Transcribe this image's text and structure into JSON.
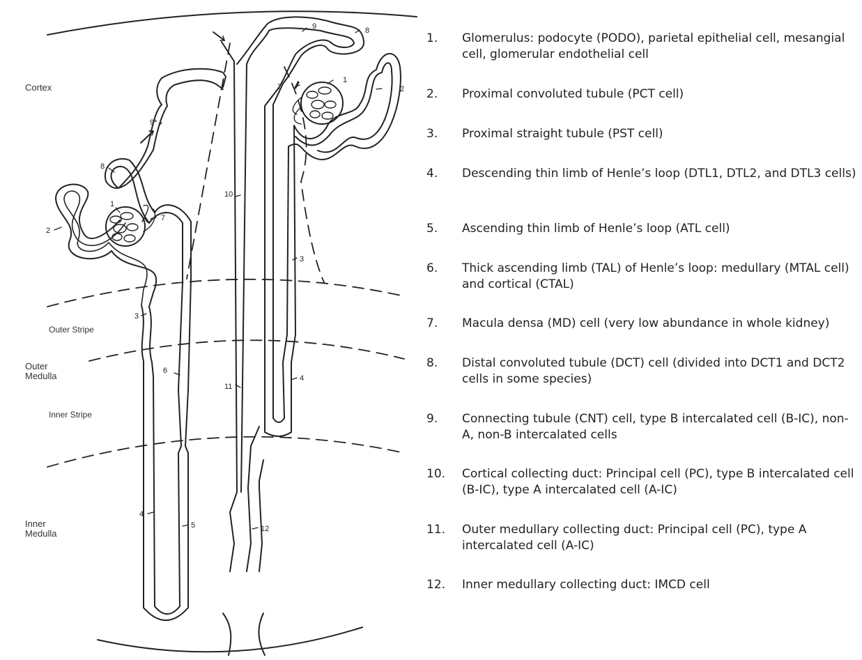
{
  "zones": {
    "cortex": "Cortex",
    "outer_stripe": "Outer Stripe",
    "outer_medulla": "Outer\nMedulla",
    "inner_stripe": "Inner Stripe",
    "inner_medulla": "Inner\nMedulla"
  },
  "labels": {
    "l1a": "1",
    "l1b": "1",
    "l2a": "2",
    "l2b": "2",
    "l3a": "3",
    "l3b": "3",
    "l4a": "4",
    "l4b": "4",
    "l5": "5",
    "l6": "6",
    "l7a": "7",
    "l7b": "7",
    "l8a": "8",
    "l8b": "8",
    "l9": "9",
    "l9star": "9*",
    "l10": "10",
    "l11": "11",
    "l12": "12"
  },
  "legend": [
    {
      "num": "1.",
      "text": "Glomerulus:  podocyte (PODO), parietal epithelial cell, mesangial cell, glomerular endothelial cell"
    },
    {
      "num": "2.",
      "text": "Proximal convoluted tubule (PCT cell)"
    },
    {
      "num": "3.",
      "text": "Proximal straight tubule (PST cell)"
    },
    {
      "num": "4.",
      "text": "Descending thin limb of Henle’s loop (DTL1, DTL2, and DTL3 cells)"
    },
    {
      "num": "5.",
      "text": "Ascending thin limb of Henle’s loop (ATL cell)"
    },
    {
      "num": "6.",
      "text": "Thick ascending limb (TAL) of Henle’s loop: medullary (MTAL cell) and cortical (CTAL)"
    },
    {
      "num": "7.",
      "text": "Macula densa (MD) cell (very low abundance in whole kidney)"
    },
    {
      "num": "8.",
      "text": "Distal convoluted tubule (DCT) cell (divided into DCT1 and DCT2 cells in some species)"
    },
    {
      "num": "9.",
      "text": "Connecting tubule (CNT) cell, type B intercalated cell (B-IC), non-A, non-B intercalated cells"
    },
    {
      "num": "10.",
      "text": "Cortical collecting duct:  Principal cell (PC),  type B intercalated cell (B-IC), type A intercalated cell (A-IC)"
    },
    {
      "num": "11.",
      "text": "Outer medullary collecting duct:  Principal cell (PC), type A intercalated cell (A-IC)"
    },
    {
      "num": "12.",
      "text": "Inner medullary collecting duct:  IMCD cell"
    }
  ]
}
